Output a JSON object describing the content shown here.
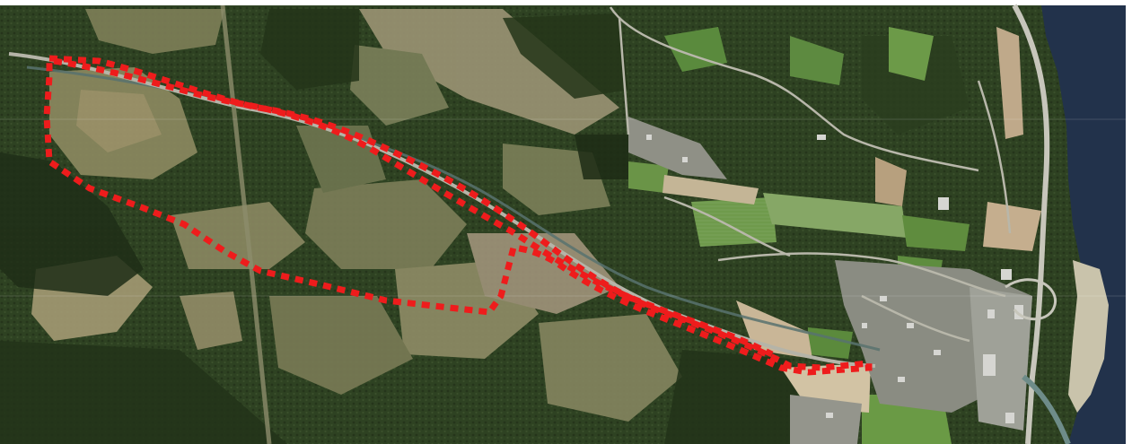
{
  "map": {
    "type": "aerial-orthophoto",
    "features": {
      "boundary": {
        "style": "dashed",
        "color": "#ee1c1c"
      },
      "road-route": {
        "style": "dashed",
        "color": "#ee1c1c"
      }
    },
    "colors": {
      "forest_dark": "#2b3d1f",
      "forest_mid": "#3d5330",
      "clearing": "#8f8a63",
      "bare_soil": "#b4a47f",
      "field_green": "#6f9a4c",
      "road": "#b9b8ad",
      "water": "#21314a",
      "river": "#5d7a77",
      "urban": "#8d908a",
      "outline_red": "#ee1c1c"
    }
  }
}
